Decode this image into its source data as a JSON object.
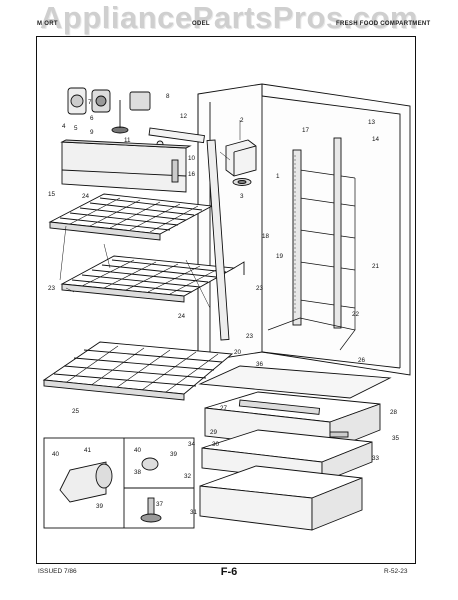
{
  "watermark": "AppliancePartsPros.com",
  "header": {
    "left": "M   ORT",
    "center": "ODEL",
    "right": "FRESH FOOD COMPARTMENT"
  },
  "footer": {
    "issued": "ISSUED 7/86",
    "figure": "F-6",
    "code": "R-52-23"
  },
  "callouts": [
    "1",
    "2",
    "3",
    "4",
    "5",
    "6",
    "7",
    "8",
    "9",
    "10",
    "11",
    "12",
    "13",
    "14",
    "15",
    "16",
    "17",
    "18",
    "19",
    "20",
    "21",
    "22",
    "23",
    "23",
    "23",
    "24",
    "24",
    "25",
    "26",
    "27",
    "28",
    "29",
    "30",
    "31",
    "32",
    "33",
    "34",
    "35",
    "36",
    "37",
    "38",
    "39",
    "39",
    "40",
    "40",
    "41"
  ]
}
